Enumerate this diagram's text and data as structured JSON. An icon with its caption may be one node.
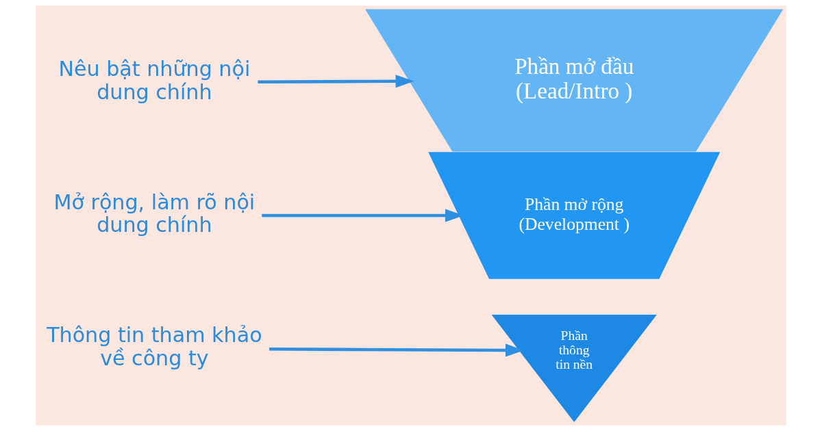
{
  "diagram": {
    "nodes": [
      {
        "text": [
          "Nêu bật những nội dung chính"
        ]
      },
      {
        "text": [
          "Phần mở đầu (Lead/Intro )"
        ]
      },
      {
        "text": [
          "Mở rộng, làm rõ nội dung chính"
        ]
      },
      {
        "text": [
          "Phần mở rộng (Development )"
        ]
      },
      {
        "text": [
          "Thông tin tham khảo về công ty"
        ]
      },
      {
        "text": [
          "Phần thông tin nền"
        ]
      }
    ],
    "edges": [
      {
        "from": 0,
        "to": 1,
        "arrow": "to"
      },
      {
        "from": 2,
        "to": 3,
        "arrow": "to"
      },
      {
        "from": 4,
        "to": 5,
        "arrow": "to"
      }
    ]
  }
}
